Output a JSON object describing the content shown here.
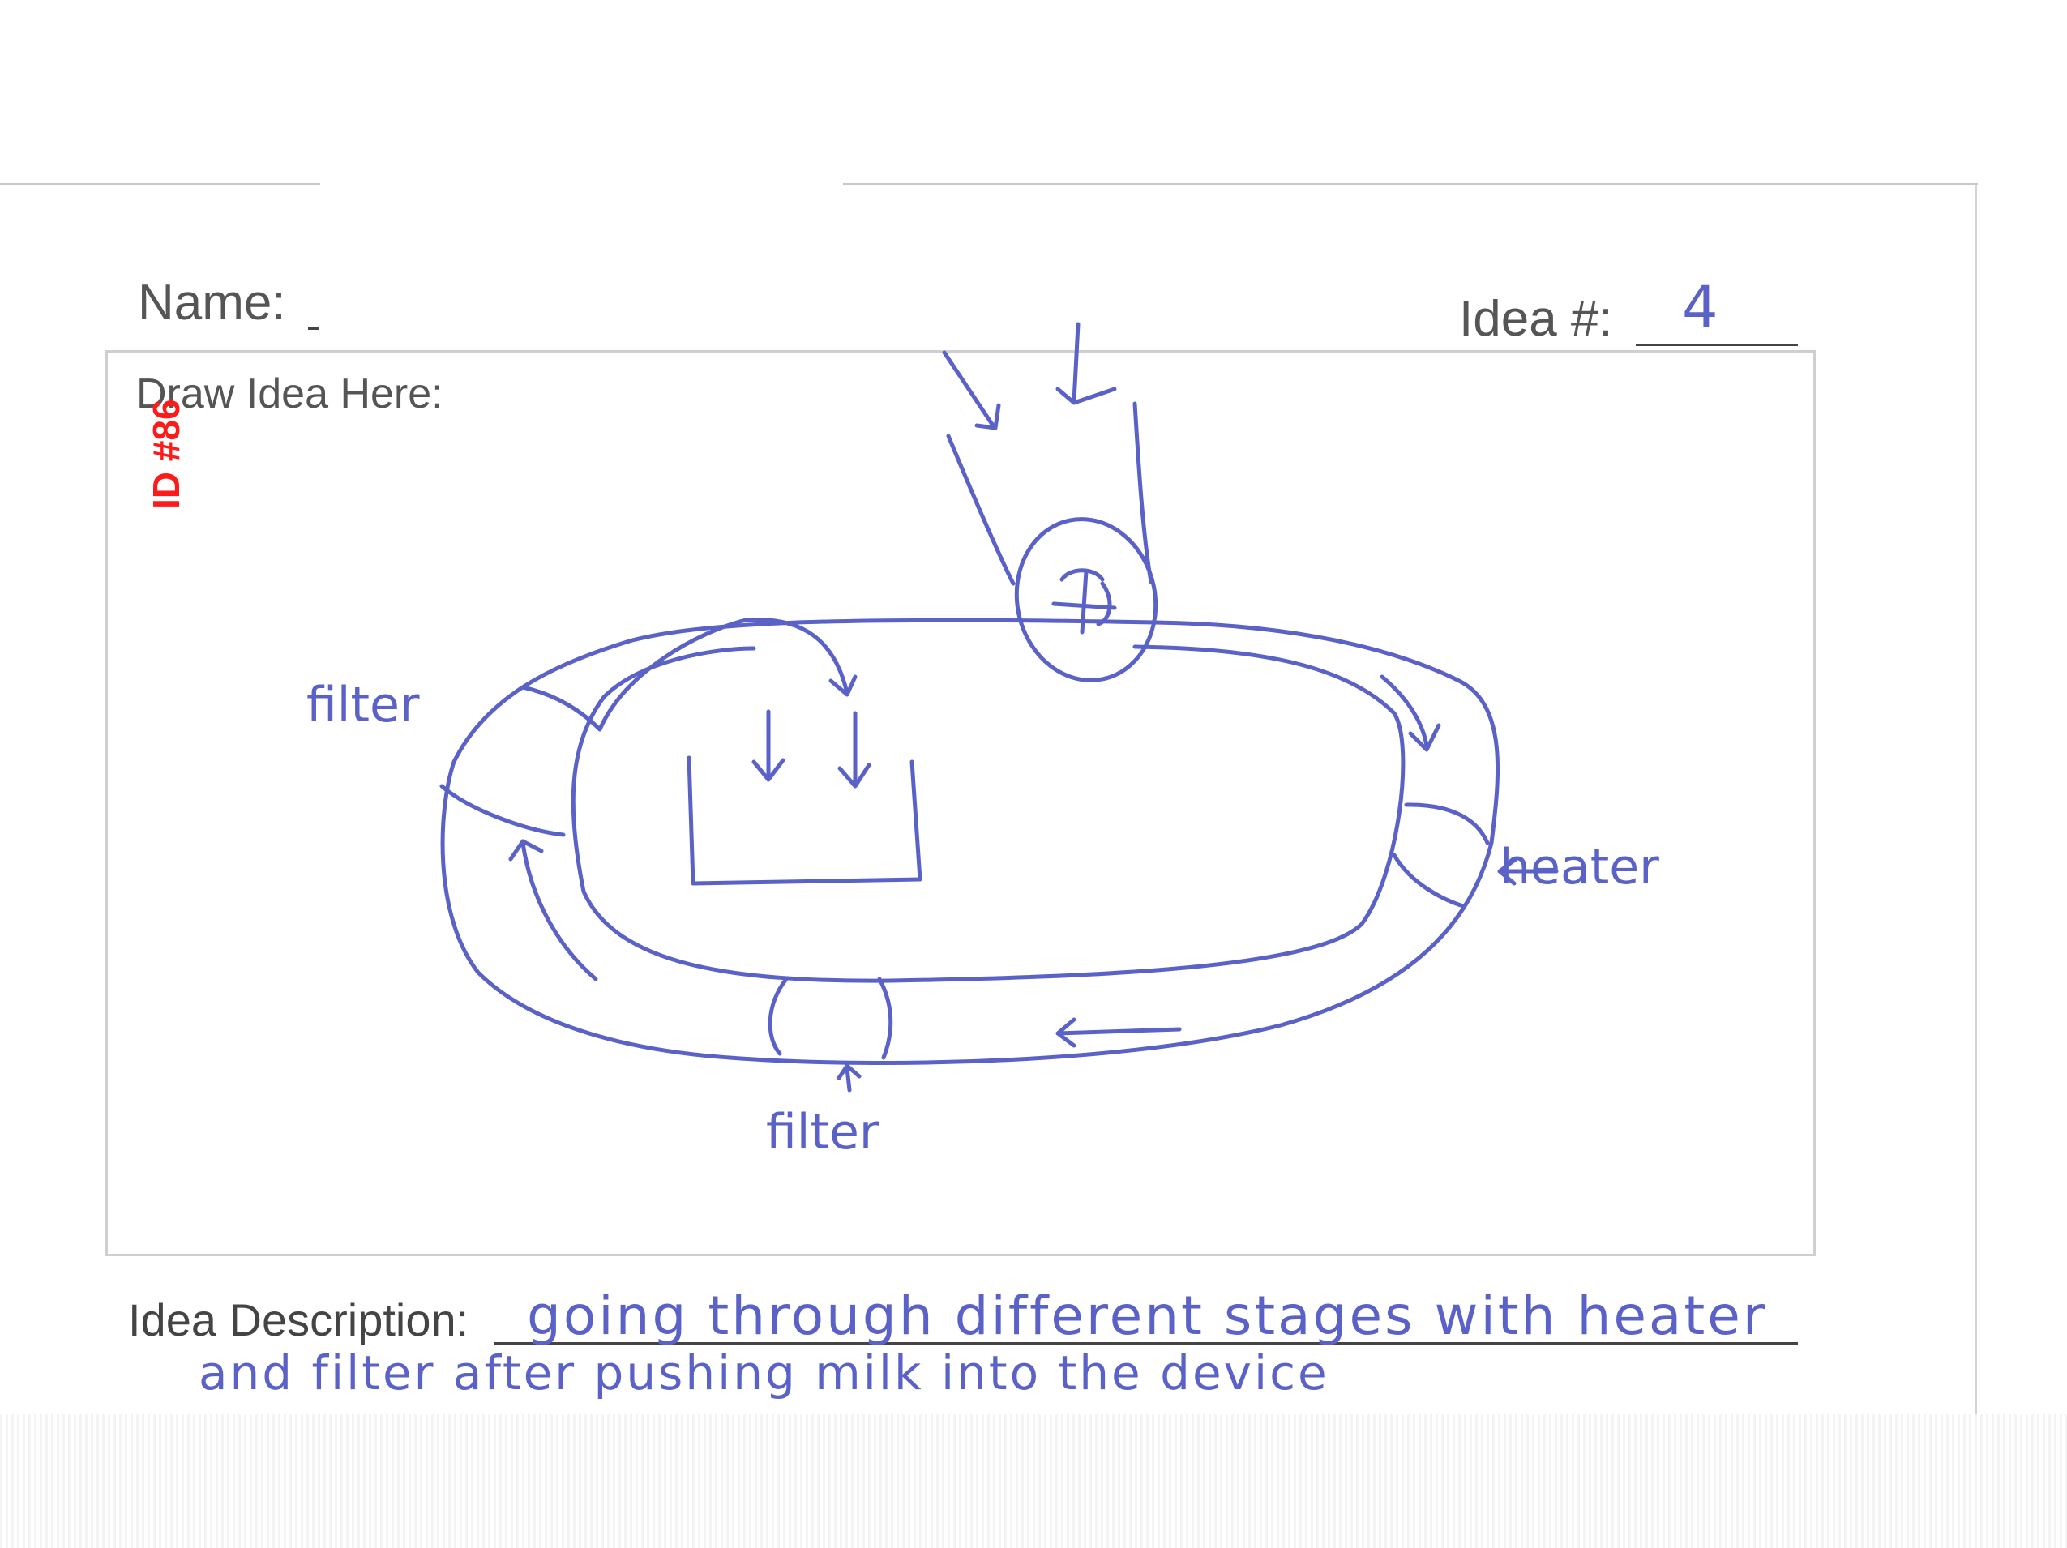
{
  "form": {
    "name_label": "Name:",
    "idea_number_label": "Idea #:",
    "idea_number_value": "4",
    "draw_label": "Draw Idea Here:",
    "description_label": "Idea Description:"
  },
  "stamp": {
    "id_text": "ID #86",
    "color": "#ff1a1a"
  },
  "sketch": {
    "ink_color": "#5a62c8",
    "labels": {
      "filter_left": "filter",
      "heater": "heater",
      "filter_bottom": "filter"
    }
  },
  "description": {
    "line1": "going through different stages with heater",
    "line2": "and filter after pushing milk into the device"
  }
}
